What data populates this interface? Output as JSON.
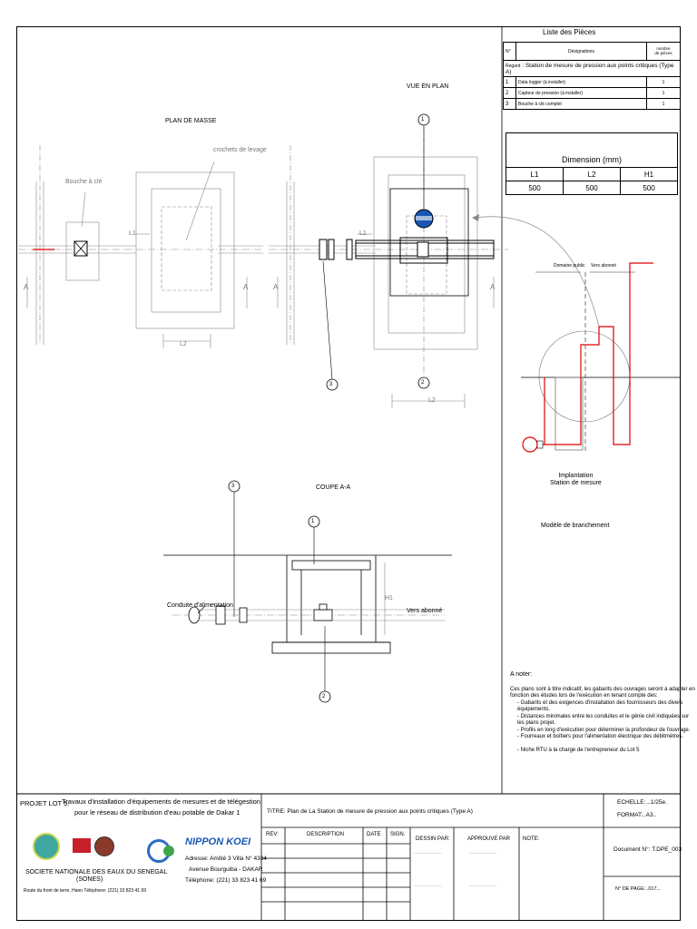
{
  "parts_list": {
    "title": "Liste des Pièces",
    "col_num": "N°",
    "col_designation": "Désignations",
    "col_count_line1": "nombre",
    "col_count_line2": "de pièces",
    "group_label": "Regard",
    "group_text": ": Station de mesure de pression aux points critiques (Type A)",
    "items": [
      {
        "num": "1",
        "designation": "Data logger (à installer)",
        "count": "1"
      },
      {
        "num": "2",
        "designation": "Capteur de pression (à installer)",
        "count": "1"
      },
      {
        "num": "3",
        "designation": "Bouche à clé complet",
        "count": "1"
      }
    ]
  },
  "dimensions": {
    "title": "Dimension (mm)",
    "headers": [
      "L1",
      "L2",
      "H1"
    ],
    "values": [
      "500",
      "500",
      "500"
    ]
  },
  "drawing": {
    "plan_masse": "PLAN DE MASSE",
    "vue_en_plan": "VUE EN PLAN",
    "coupe": "COUPE A-A",
    "bouche_a_cle": "Bouche à clé",
    "crochets": "crochets de levage",
    "section_a": "A",
    "l1": "L1",
    "l2": "L2",
    "h1": "H1",
    "callout_1": "1",
    "callout_2": "2",
    "callout_3": "3",
    "conduite": "Conduite d'alimentation",
    "vers_abonne": "Vers abonné"
  },
  "branchement": {
    "domaine_public": "Domaine public",
    "vers_abonne": "Vers abonné",
    "implantation_line1": "Implantation",
    "implantation_line2": "Station de mesure",
    "modele": "Modèle de branchement"
  },
  "notes": {
    "heading": "A noter:",
    "intro": "Ces plans sont à titre indicatif, les gabarits des ouvrages seront à adapter en fonction des études lors de l'exécution en tenant compte des:",
    "items": [
      "- Gabarits et des exigences d'installation des fournisseurs des divers équipements.",
      "- Distances minimales entre les conduites et le génie civil indiquées sur les plans projet.",
      "- Profils en long d'exécution pour déterminer la profondeur de l'ouvrage.",
      "- Fourreaux et boîtiers pour l'alimentation électrique des débitmètres.",
      "",
      "- Niche RTU à la charge de l'entrepreneur du Lot 5"
    ]
  },
  "title_block": {
    "projet_label": "PROJET LOT 5:",
    "projet_line1": "Travaux d'installation d'équipements de mesures et de télégestion",
    "projet_line2": "pour le réseau de distribution d'eau potable de Dakar 1",
    "titre": "TITRE: Plan de La Station de mesure de pression aux points critiques (Type A)",
    "echelle": "ECHELLE:...1/25e.",
    "format": "FORMAT:..A3..",
    "col_rev": "REV:",
    "col_description": "DESCRIPTION",
    "col_date": "DATE",
    "col_sign": "SIGN.",
    "col_dessin": "DESSIN PAR:",
    "col_approuve": "APPROUVE PAR",
    "col_note": "NOTE:",
    "dash": "-----------------------",
    "document": "Document N°: T.DPE_003",
    "page": "N° DE PAGE:..017...",
    "sones_line1": "SOCIETE NATIONALE DES EAUX DU SENEGAL",
    "sones_line2": "(SONES)",
    "sones_address": "Route du front de terre, Hann Téléphone: (221) 33 823 41 69",
    "nippon_koei": "NIPPON KOEI",
    "nk_addr1": "Adresse: Amitié 3 Villa N° 4334",
    "nk_addr2": "Avenue Bourguiba - DAKAR",
    "nk_phone": "Téléphone: (221) 33 823 41 69",
    "nk_color": "#1a57b4"
  },
  "colors": {
    "line": "#000000",
    "grey": "#8a8a8a",
    "red": "#e00000",
    "blue": "#1a57b4"
  }
}
